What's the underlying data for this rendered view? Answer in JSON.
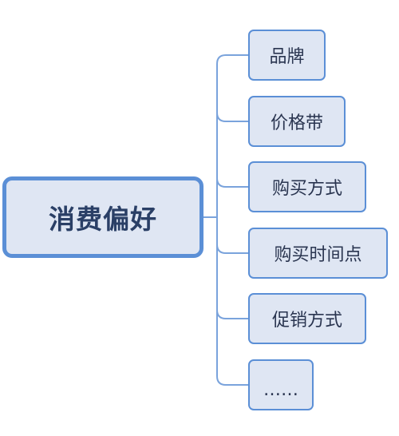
{
  "mindmap": {
    "root": {
      "label": "消费偏好"
    },
    "children": [
      {
        "label": "品牌"
      },
      {
        "label": "价格带"
      },
      {
        "label": "购买方式"
      },
      {
        "label": "购买时间点"
      },
      {
        "label": "促销方式"
      },
      {
        "label": "……"
      }
    ]
  },
  "colors": {
    "node_fill": "#dfe6f3",
    "node_border": "#5b8fd6",
    "connector": "#7aa3dc",
    "root_text": "#2a3f66",
    "child_text": "#2a3550"
  }
}
